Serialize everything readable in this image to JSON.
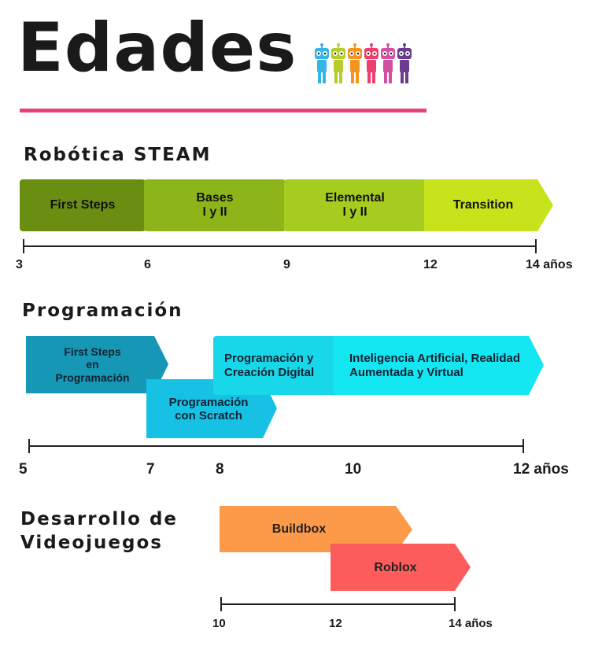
{
  "header": {
    "title": "Edades",
    "robot_colors": [
      "#33b5e5",
      "#b6cc2a",
      "#f7941d",
      "#ed3f6b",
      "#d44fa2",
      "#6b3b8f"
    ]
  },
  "sections": {
    "robotica": {
      "title": "Robótica STEAM",
      "bars": [
        {
          "label": "First Steps",
          "color": "#6b8e12"
        },
        {
          "label": "Bases\nI y II",
          "color": "#8db51a"
        },
        {
          "label": "Elemental\nI y II",
          "color": "#a6cc1f"
        },
        {
          "label": "Transition",
          "color": "#c6e31c"
        }
      ],
      "ticks": [
        "3",
        "6",
        "9",
        "12",
        "14 años"
      ]
    },
    "programacion": {
      "title": "Programación",
      "bars": [
        {
          "label": "First Steps\nen\nProgramación",
          "color": "#1597b5"
        },
        {
          "label": "Programación\ncon Scratch",
          "color": "#17c1e3"
        },
        {
          "label": "Programación y\nCreación Digital",
          "color": "#18d7e8"
        },
        {
          "label": "Inteligencia Artificial, Realidad\nAumentada y Virtual",
          "color": "#14e6f2"
        }
      ],
      "ticks": [
        "5",
        "7",
        "8",
        "10",
        "12 años"
      ]
    },
    "videojuegos": {
      "title": "Desarrollo de\nVideojuegos",
      "bars": [
        {
          "label": "Buildbox",
          "color": "#fd9a4a"
        },
        {
          "label": "Roblox",
          "color": "#fd5c5c"
        }
      ],
      "ticks": [
        "10",
        "12",
        "14 años"
      ]
    }
  }
}
